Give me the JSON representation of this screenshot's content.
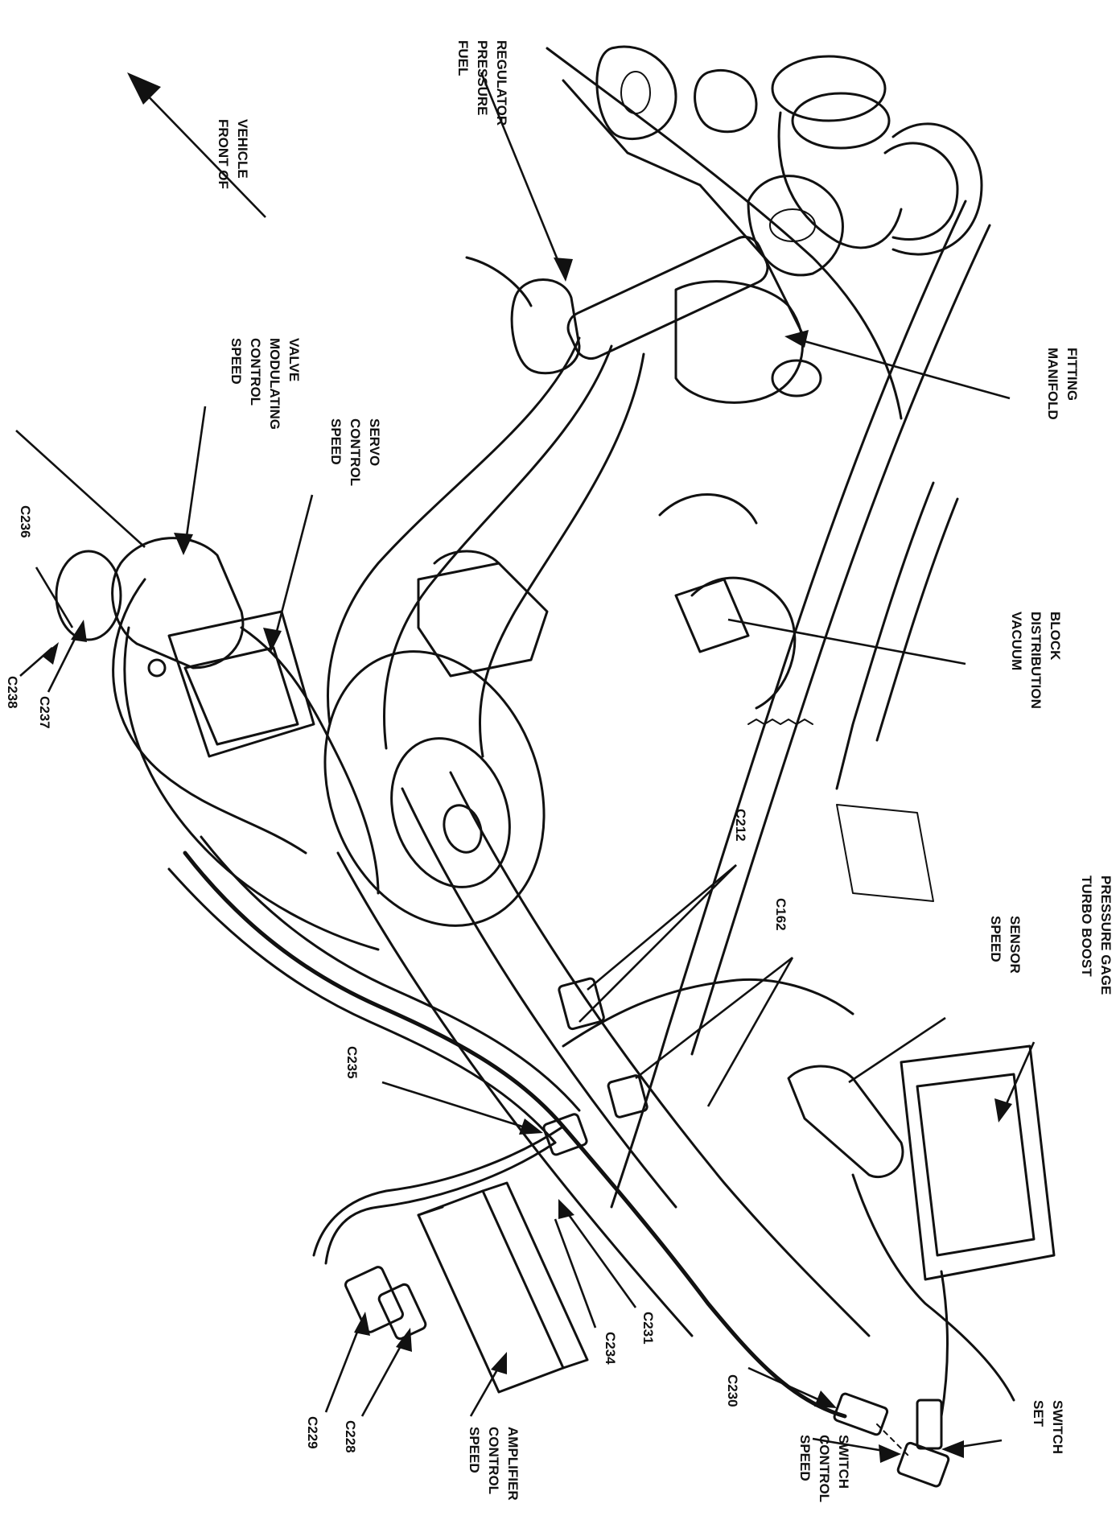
{
  "labels": {
    "front_of_vehicle": [
      "FRONT OF",
      "VEHICLE"
    ],
    "fuel_pressure_regulator": [
      "FUEL",
      "PRESSURE",
      "REGULATOR"
    ],
    "manifold_fitting": [
      "MANIFOLD",
      "FITTING"
    ],
    "vacuum_distribution_block": [
      "VACUUM",
      "DISTRIBUTION",
      "BLOCK"
    ],
    "speed_control_modulating_valve": [
      "SPEED",
      "CONTROL",
      "MODULATING",
      "VALVE"
    ],
    "speed_control_servo": [
      "SPEED",
      "CONTROL",
      "SERVO"
    ],
    "turbo_boost_pressure_gage": [
      "TURBO BOOST",
      "PRESSURE GAGE"
    ],
    "speed_sensor": [
      "SPEED",
      "SENSOR"
    ],
    "set_switch": [
      "SET",
      "SWITCH"
    ],
    "speed_control_switch": [
      "SPEED",
      "CONTROL",
      "SWITCH"
    ],
    "speed_control_amplifier": [
      "SPEED",
      "CONTROL",
      "AMPLIFIER"
    ],
    "c236": "C236",
    "c238": "C238",
    "c237": "C237",
    "c212": "C212",
    "c162": "C162",
    "c235": "C235",
    "c231": "C231",
    "c234": "C234",
    "c229": "C229",
    "c228": "C228",
    "c230": "C230"
  }
}
